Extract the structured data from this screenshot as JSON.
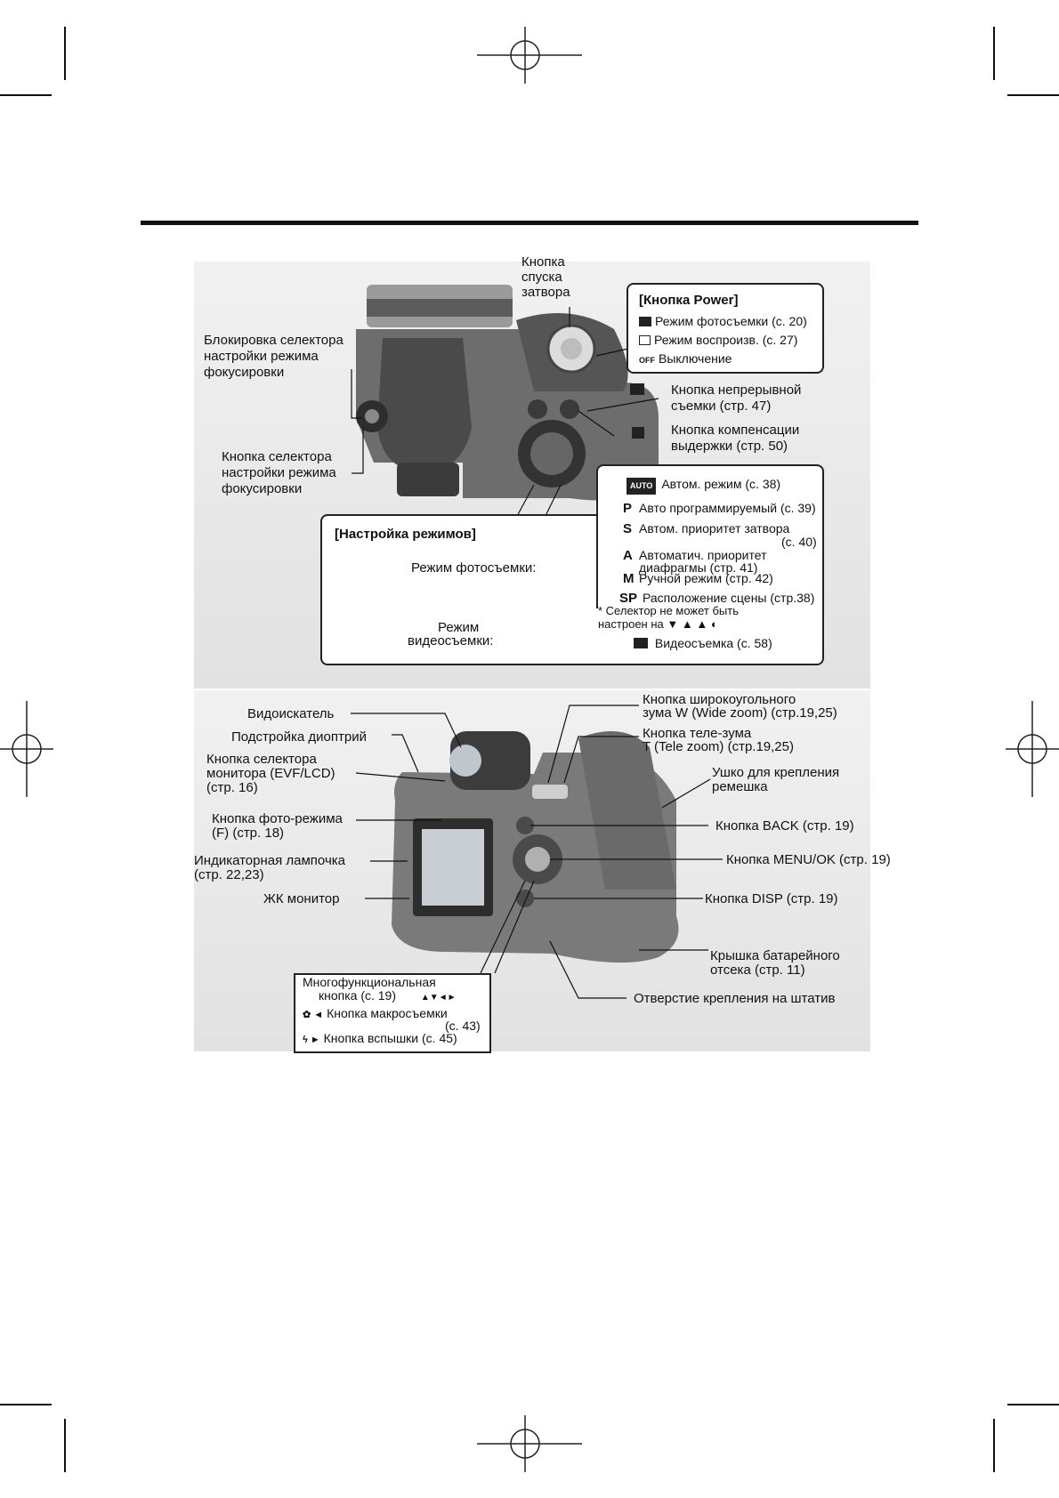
{
  "top": {
    "shutter_label": [
      "Кнопка",
      "спуска",
      "затвора"
    ],
    "focus_lock": [
      "Блокировка селектора",
      "настройки режима",
      "фокусировки"
    ],
    "focus_selector": [
      "Кнопка селектора",
      "настройки режима",
      "фокусировки"
    ],
    "power_box": {
      "title": "[Кнопка Power]",
      "items": [
        "Режим фотосъемки (с. 20)",
        "Режим воспроизв. (с. 27)",
        "Выключение"
      ],
      "off_icon": "OFF"
    },
    "burst": [
      "Кнопка непрерывной",
      "съемки (стр. 47)"
    ],
    "exposure": [
      "Кнопка компенсации",
      "выдержки (стр. 50)"
    ],
    "modes_box": {
      "title": "[Настройка режимов]",
      "photo_mode": "Режим фотосъемки:",
      "video_mode": [
        "Режим",
        "видеосъемки:"
      ],
      "auto_badge": "AUTO",
      "auto": "Автом. режим (с. 38)",
      "p_letter": "P",
      "p": "Авто программируемый (с. 39)",
      "s_letter": "S",
      "s": "Автом. приоритет затвора",
      "s_page": "(с. 40)",
      "a_letter": "A",
      "a": [
        "Автоматич. приоритет",
        "диафрагмы (стр. 41)"
      ],
      "m_letter": "M",
      "m": "Ручной режим (стр. 42)",
      "sp_letter": "SP",
      "sp": "Расположение сцены (стр.38)",
      "note": [
        "* Селектор не может быть",
        "настроен на"
      ],
      "video": "Видеосъемка (с. 58)"
    }
  },
  "back": {
    "viewfinder": "Видоискатель",
    "diopter": "Подстройка диоптрий",
    "monitor_sel": [
      "Кнопка селектора",
      "монитора (EVF/LCD)",
      "(стр. 16)"
    ],
    "photo_mode_btn": [
      "Кнопка фото-режима",
      "(F) (стр. 18)"
    ],
    "indicator": [
      "Индикаторная лампочка",
      "(стр. 22,23)"
    ],
    "lcd": "ЖК монитор",
    "wide": [
      "Кнопка широкоугольного",
      "зума W (Wide zoom) (стр.19,25)"
    ],
    "tele": [
      "Кнопка теле-зума",
      "T (Tele zoom) (стр.19,25)"
    ],
    "strap": [
      "Ушко для крепления",
      "ремешка"
    ],
    "back_btn": "Кнопка BACK (стр. 19)",
    "menu_ok": "Кнопка MENU/OK (стр. 19)",
    "disp": "Кнопка DISP (стр. 19)",
    "battery": [
      "Крышка батарейного",
      "отсека (стр. 11)"
    ],
    "tripod": "Отверстие крепления на штатив",
    "multi_box": {
      "title": "Многофункциональная",
      "sub": "кнопка (с. 19)",
      "macro": "Кнопка макросъемки",
      "macro_page": "(с. 43)",
      "flash": "Кнопка вспышки (с. 45)"
    }
  }
}
